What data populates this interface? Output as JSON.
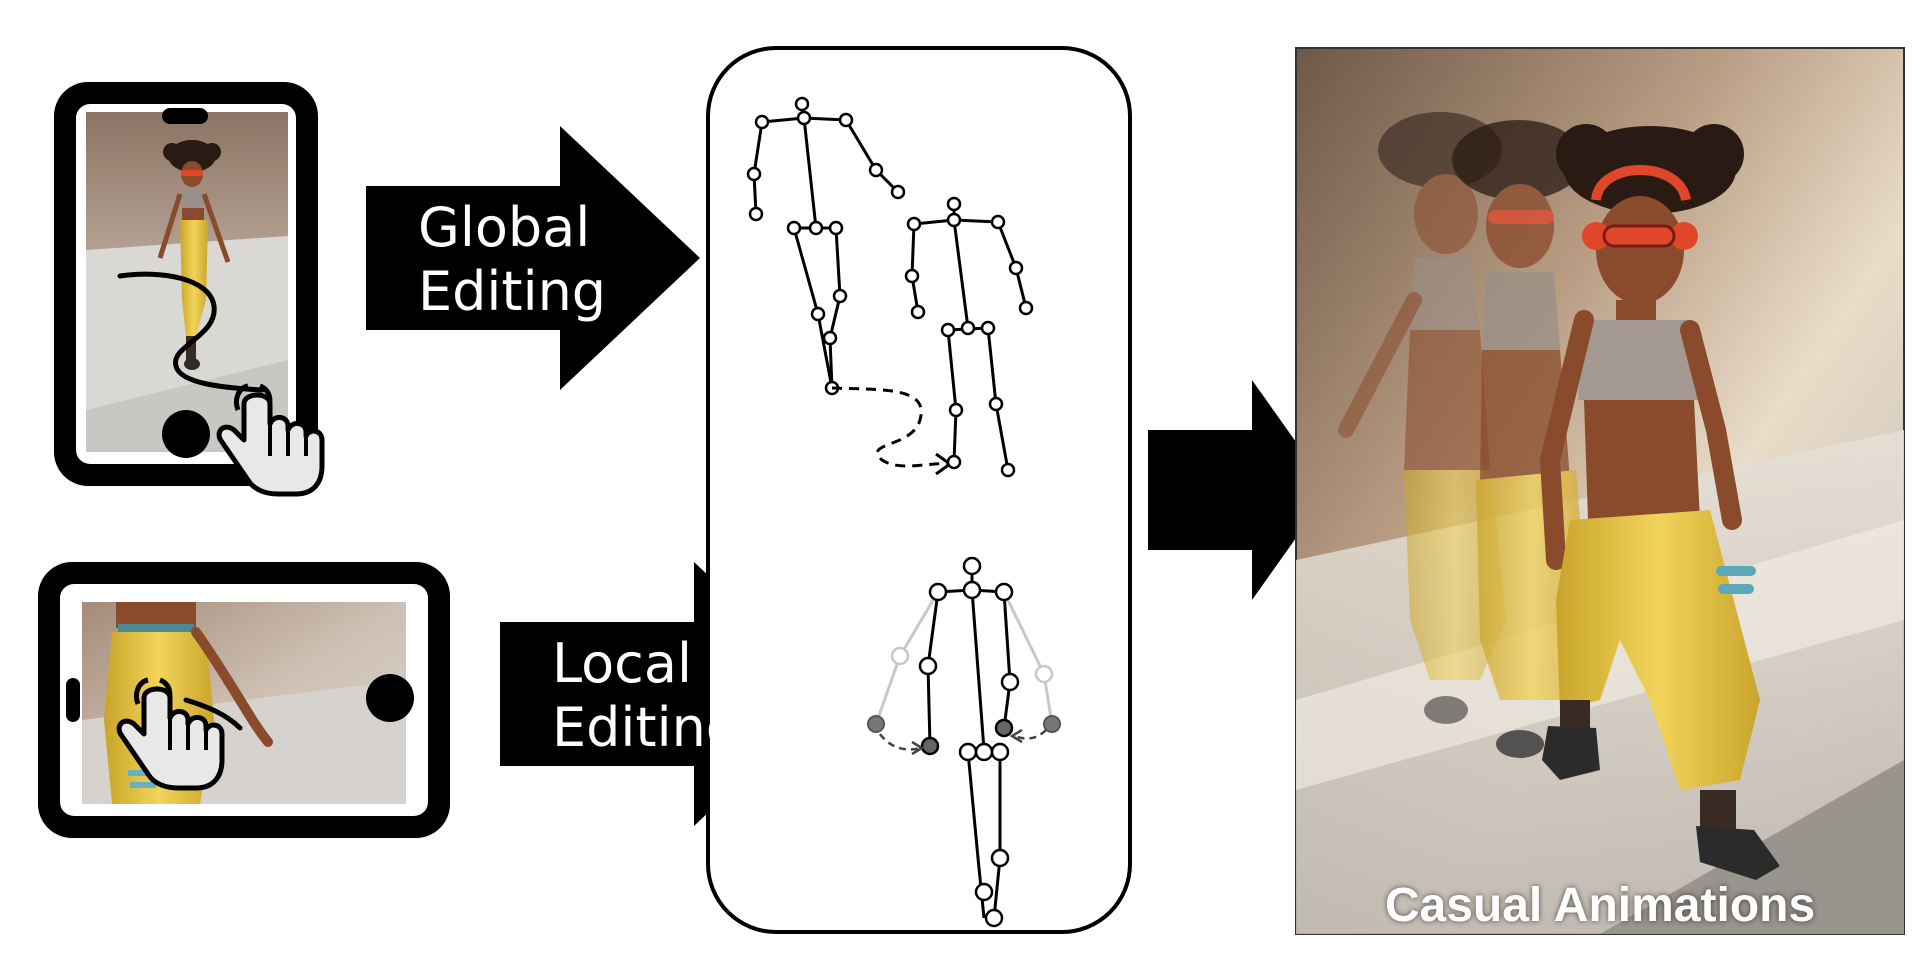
{
  "labels": {
    "global_line1": "Global",
    "global_line2": "Editing",
    "local_line1": "Local",
    "local_line2": "Editing",
    "result_caption": "Casual Animations"
  },
  "icons": {
    "portrait_device": "smartphone-portrait-icon",
    "landscape_device": "smartphone-landscape-icon",
    "touch_hand": "touch-hand-icon",
    "skeleton": "stick-figure-skeleton-icon"
  },
  "colors": {
    "arrow": "#000000",
    "panel_border": "#000000",
    "pants": "#e8c43a",
    "headphones": "#e0462a",
    "skin": "#8a4a2c",
    "hair": "#2a1a14",
    "floor": "#d9d6d2"
  }
}
